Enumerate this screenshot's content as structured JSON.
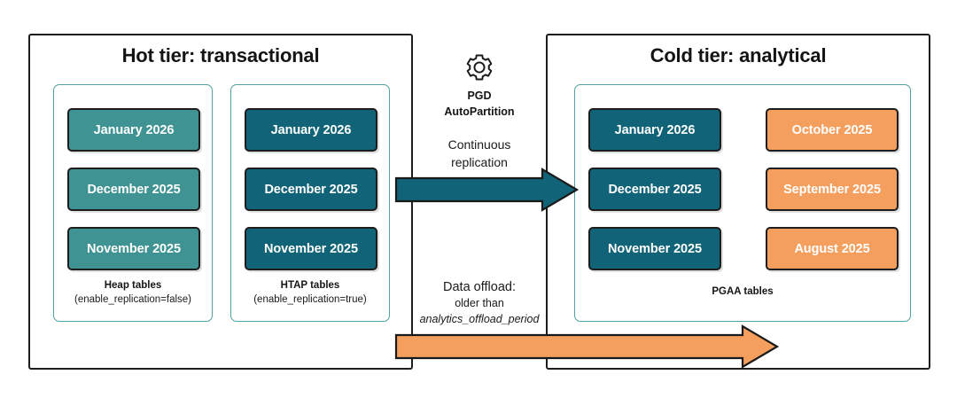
{
  "diagram": {
    "title_hidden": "PGD AutoPartition hot/cold tiering",
    "colors": {
      "teal_light": "#3f9392",
      "teal_dark": "#116377",
      "orange": "#f59f5e",
      "panel_border": "#51a3a3",
      "outline": "#1d1d1d"
    }
  },
  "hot_tier": {
    "title": "Hot tier: transactional",
    "heap_panel": {
      "caption_strong": "Heap tables",
      "caption_sub": "(enable_replication=false)",
      "chips": [
        {
          "label": "January 2026",
          "style": "teal-light"
        },
        {
          "label": "December 2025",
          "style": "teal-light"
        },
        {
          "label": "November 2025",
          "style": "teal-light"
        }
      ]
    },
    "htap_panel": {
      "caption_strong": "HTAP tables",
      "caption_sub": "(enable_replication=true)",
      "chips": [
        {
          "label": "January 2026",
          "style": "teal-dark"
        },
        {
          "label": "December 2025",
          "style": "teal-dark"
        },
        {
          "label": "November 2025",
          "style": "teal-dark"
        }
      ]
    }
  },
  "cold_tier": {
    "title": "Cold tier: analytical",
    "pgaa_panel": {
      "caption_strong": "PGAA tables",
      "chips_left": [
        {
          "label": "January 2026",
          "style": "teal-dark"
        },
        {
          "label": "December 2025",
          "style": "teal-dark"
        },
        {
          "label": "November 2025",
          "style": "teal-dark"
        }
      ],
      "chips_right": [
        {
          "label": "October 2025",
          "style": "orange"
        },
        {
          "label": "September 2025",
          "style": "orange"
        },
        {
          "label": "August 2025",
          "style": "orange"
        }
      ]
    }
  },
  "center": {
    "gear_icon": "gear-icon",
    "pgd_line1": "PGD",
    "pgd_line2": "AutoPartition",
    "replication_line1": "Continuous",
    "replication_line2": "replication",
    "offload_line1": "Data offload:",
    "offload_line2": "older than",
    "offload_line3": "analytics_offload_period"
  },
  "arrows": {
    "replication_arrow_name": "continuous-replication-arrow",
    "offload_arrow_name": "data-offload-arrow"
  }
}
